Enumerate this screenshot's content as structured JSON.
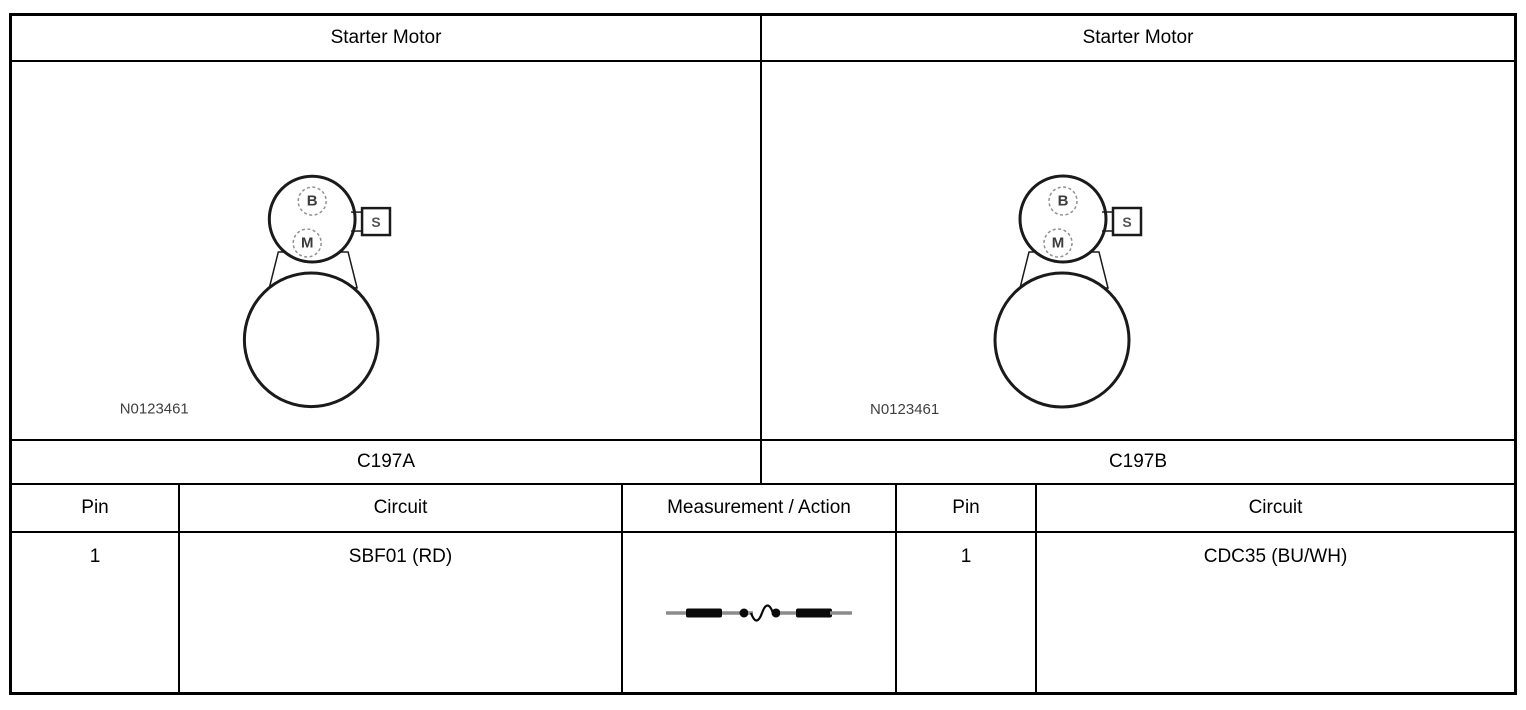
{
  "page": {
    "background": "#ffffff",
    "border_color": "#000000",
    "label_gray": "#3f3f3f",
    "lead_gray": "#8c8c8c"
  },
  "panels": [
    {
      "title": "Starter Motor",
      "connector": "C197A",
      "figure_id": "N0123461",
      "diagram": {
        "terminal_b": "B",
        "terminal_m": "M",
        "terminal_s": "S"
      }
    },
    {
      "title": "Starter Motor",
      "connector": "C197B",
      "figure_id": "N0123461",
      "diagram": {
        "terminal_b": "B",
        "terminal_m": "M",
        "terminal_s": "S"
      }
    }
  ],
  "pin_table": {
    "headers": {
      "left_pin": "Pin",
      "left_circuit": "Circuit",
      "measurement": "Measurement / Action",
      "right_pin": "Pin",
      "right_circuit": "Circuit"
    },
    "rows": [
      {
        "left_pin": "1",
        "left_circuit": "SBF01 (RD)",
        "measurement_icon": "jumper-wire-icon",
        "right_pin": "1",
        "right_circuit": "CDC35 (BU/WH)"
      }
    ]
  }
}
